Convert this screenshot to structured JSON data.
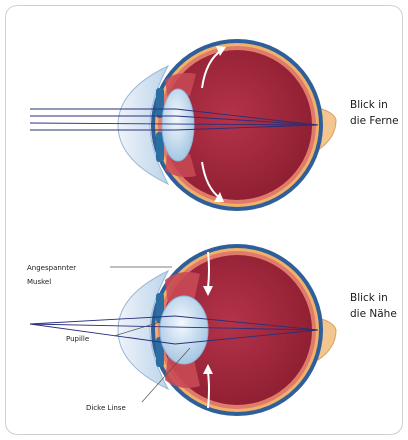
{
  "colors": {
    "sclera_outer": "#2f5f9a",
    "sclera_inner": "#e07a6a",
    "vitreous": "#a8263a",
    "retina_edge": "#f0b26a",
    "optic_nerve": "#f3c68f",
    "cornea": "#dbe8f3",
    "lens": "#cfe3f4",
    "iris": "#2c6ea1",
    "light_ray": "#2a2f7a",
    "arrow": "#ffffff"
  },
  "diagrams": [
    {
      "title": "Blick in",
      "subtitle": "die Ferne",
      "state": "distance"
    },
    {
      "title": "Blick in",
      "subtitle": "die Nähe",
      "state": "near"
    }
  ],
  "callouts": {
    "muscle_line1": "Angespannter",
    "muscle_line2": "Muskel",
    "pupil": "Pupille",
    "lens": "Dicke Linse"
  }
}
